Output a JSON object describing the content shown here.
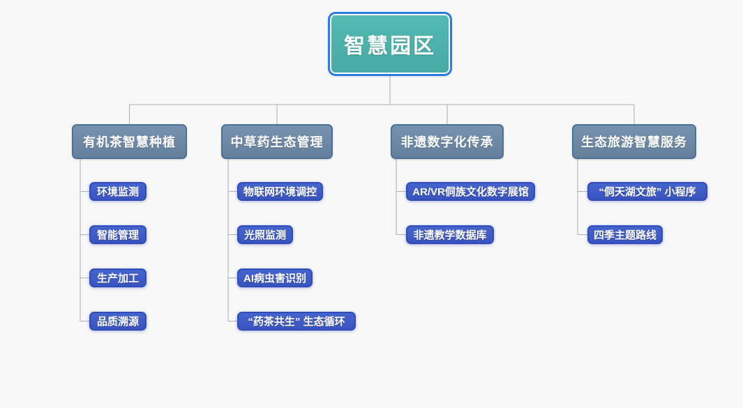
{
  "root": {
    "label": "智慧园区"
  },
  "branches": [
    {
      "label": "有机茶智慧种植",
      "children": [
        "环境监测",
        "智能管理",
        "生产加工",
        "品质溯源"
      ]
    },
    {
      "label": "中草药生态管理",
      "children": [
        "物联网环境调控",
        "光照监测",
        "AI病虫害识别",
        "“药茶共生” 生态循环"
      ]
    },
    {
      "label": "非遗数字化传承",
      "children": [
        "AR/VR侗族文化数字展馆",
        "非遗教学数据库"
      ]
    },
    {
      "label": "生态旅游智慧服务",
      "children": [
        "“侗天湖文旅” 小程序",
        "四季主题路线"
      ]
    }
  ],
  "colors": {
    "background": "#F8F8F8",
    "root_fill": "#4FB3AE",
    "root_selection_border": "#2B7CE2",
    "branch_fill": "#6D89A4",
    "branch_border": "#4D7192",
    "child_fill": "#3D5AC4",
    "child_border": "#2F4CB8",
    "connector_line": "#AAB0B6",
    "text": "#FFFFFF"
  }
}
